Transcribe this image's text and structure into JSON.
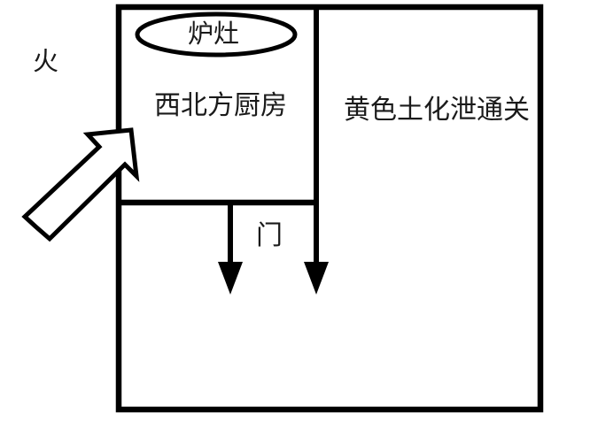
{
  "diagram": {
    "type": "floor-plan-schematic",
    "title_text_present": false,
    "colors": {
      "wall": "#000000",
      "text": "#1a1a1a",
      "background": "#ffffff",
      "arrow_outline": "#000000",
      "arrow_fill": "#ffffff"
    },
    "labels": {
      "fire": "火",
      "stove": "炉灶",
      "kitchen": "西北方厨房",
      "right_room": "黄色土化泄通关",
      "door": "门"
    },
    "rooms": [
      {
        "name": "kitchen-room",
        "label": "西北方厨房",
        "position": "northwest",
        "feature_label": "炉灶"
      },
      {
        "name": "right-room",
        "label": "黄色土化泄通关",
        "position": "east"
      }
    ],
    "annotations": [
      {
        "name": "fire-direction-arrow",
        "label": "火",
        "direction": "up-right",
        "style": "hollow-outlined-block-arrow"
      },
      {
        "name": "door-flow-arrow-left",
        "direction": "down",
        "style": "solid-line-arrow"
      },
      {
        "name": "door-flow-arrow-right",
        "direction": "down",
        "style": "solid-line-arrow"
      }
    ]
  }
}
